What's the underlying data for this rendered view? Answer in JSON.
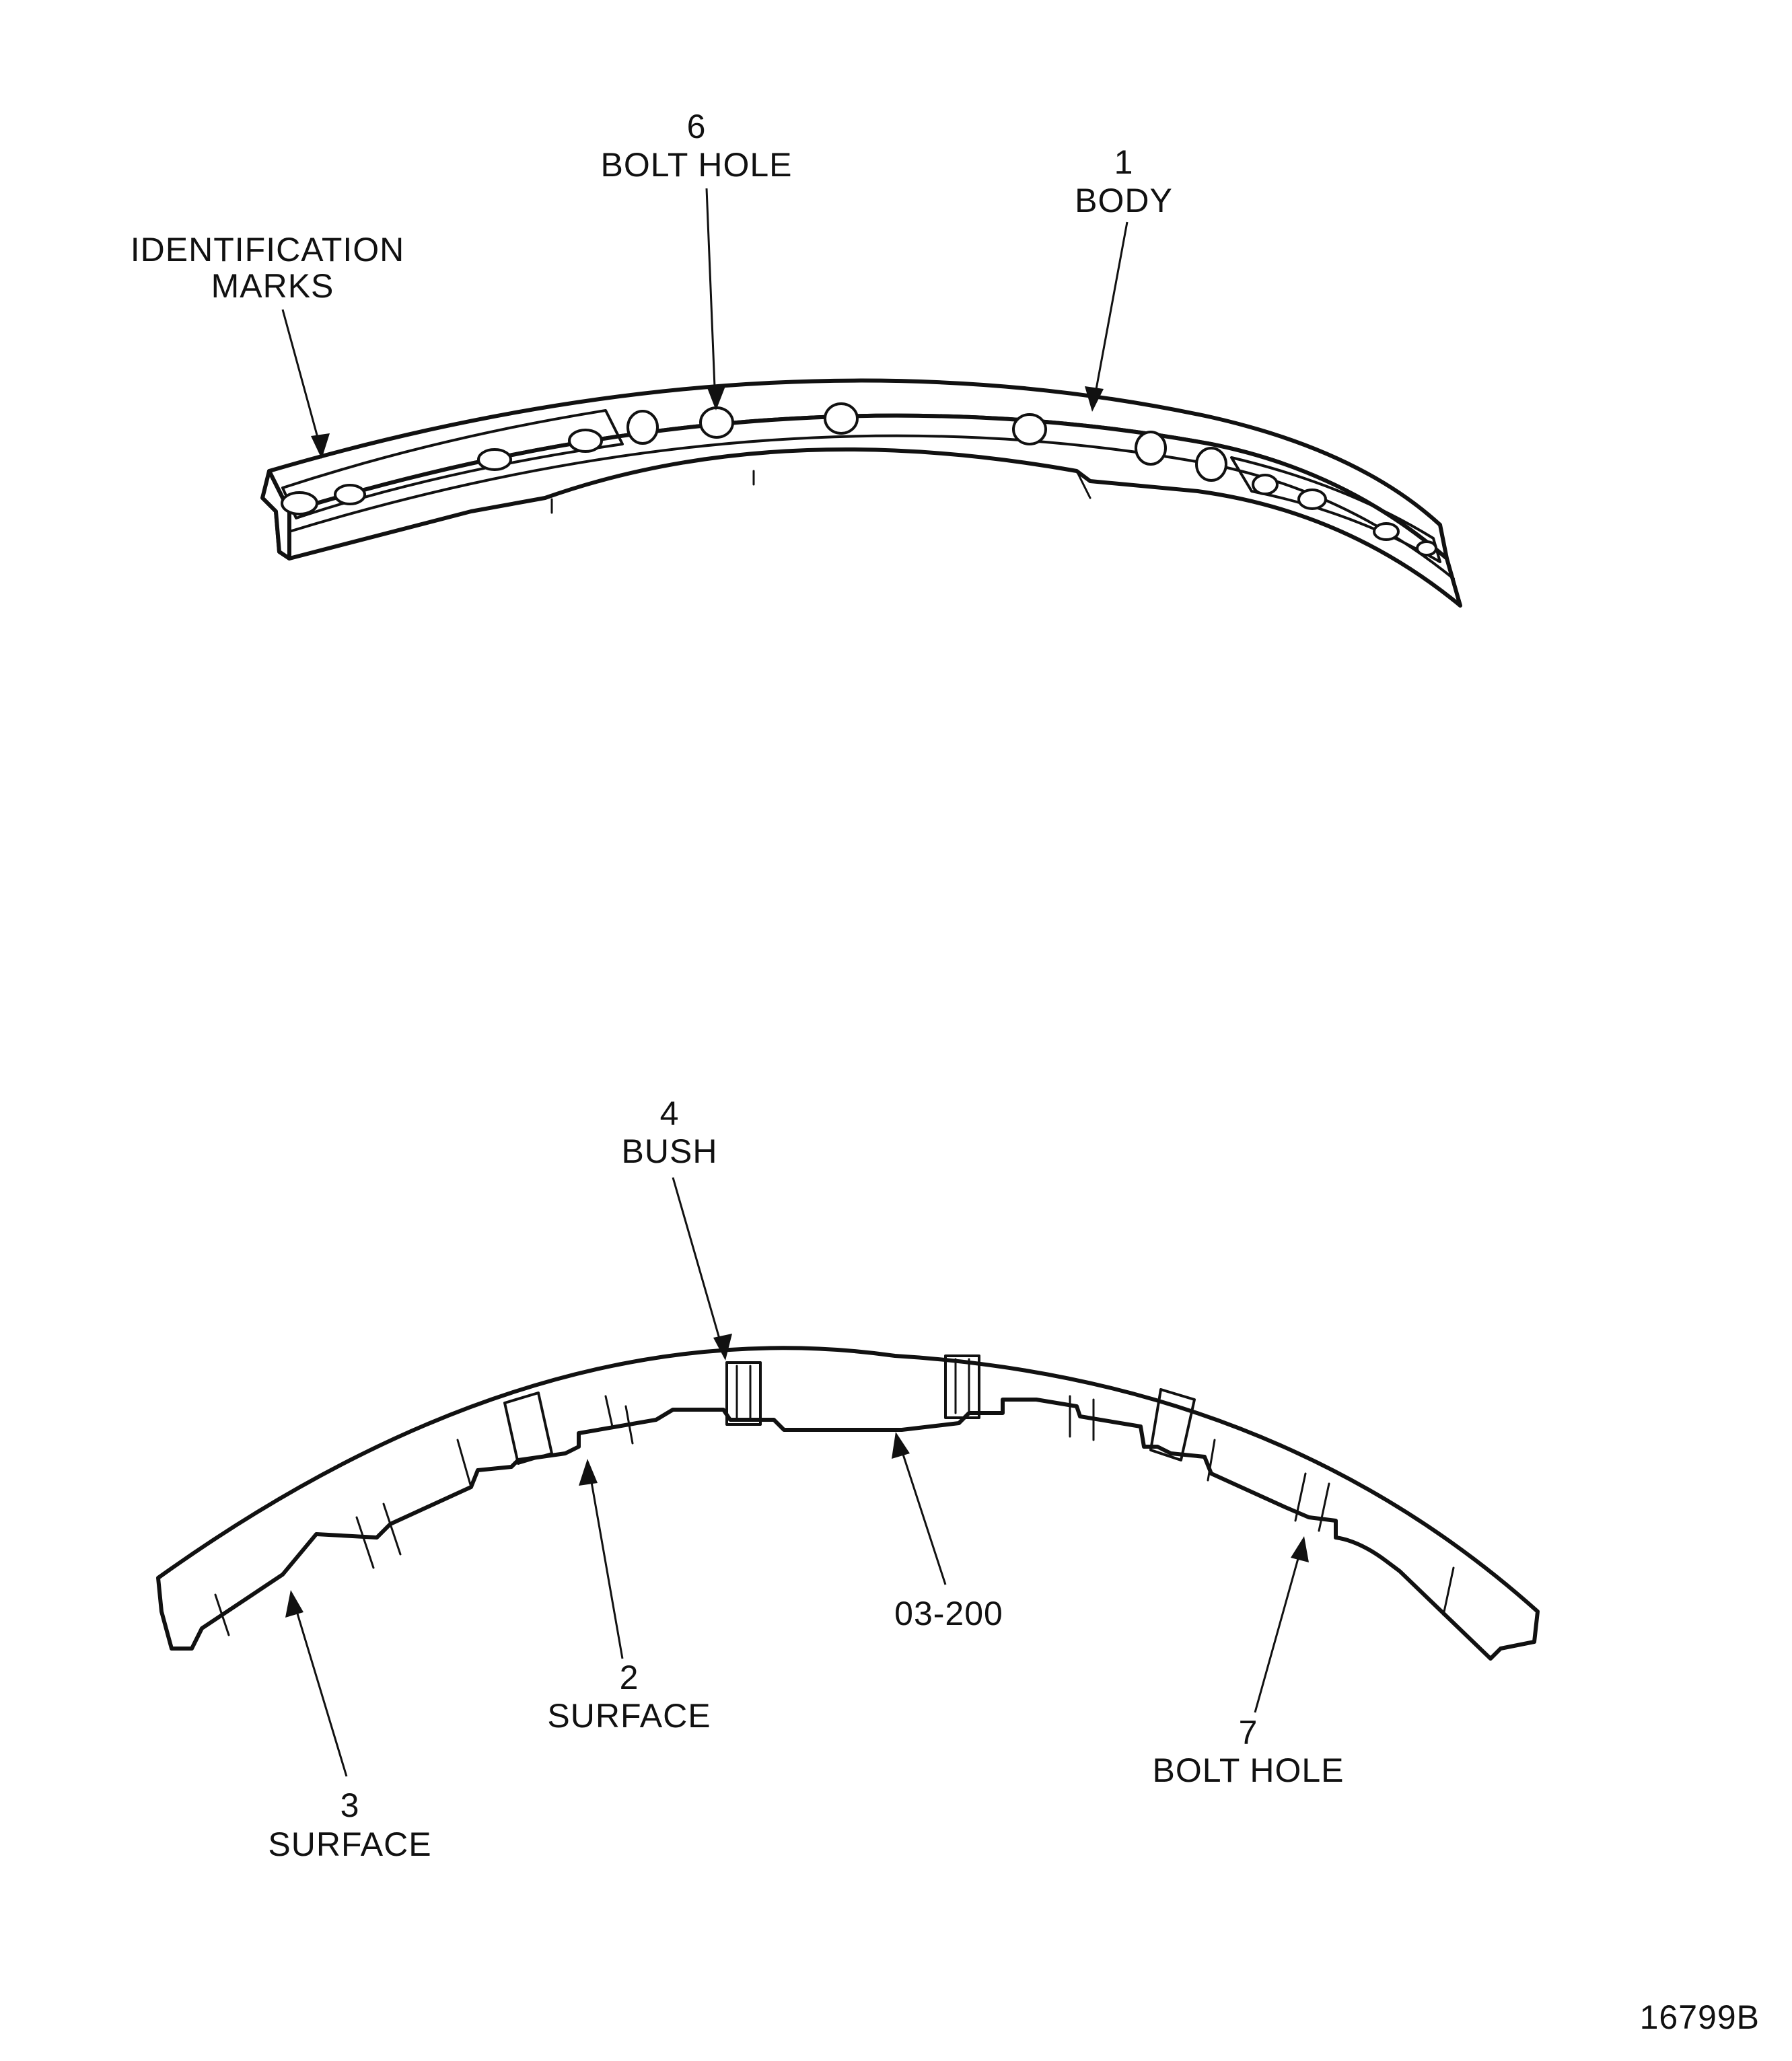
{
  "figure_number": "16799B",
  "top_view": {
    "labels": {
      "identification_marks": "IDENTIFICATION\nMARKS",
      "bolt_hole_6": {
        "number": "6",
        "name": "BOLT HOLE"
      },
      "body_1": {
        "number": "1",
        "name": "BODY"
      }
    }
  },
  "bottom_view": {
    "labels": {
      "bush_4": {
        "number": "4",
        "name": "BUSH"
      },
      "surface_2": {
        "number": "2",
        "name": "SURFACE"
      },
      "surface_3": {
        "number": "3",
        "name": "SURFACE"
      },
      "part_ref": "03-200",
      "bolt_hole_7": {
        "number": "7",
        "name": "BOLT HOLE"
      }
    }
  }
}
